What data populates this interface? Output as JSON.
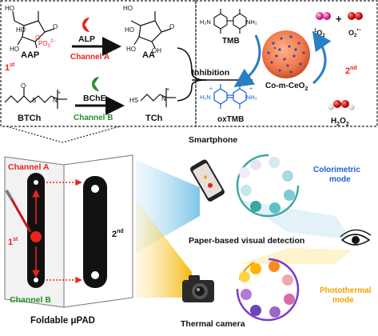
{
  "top_left": {
    "aap_label": "AAP",
    "po3_label": "PO",
    "po3_sub": "3",
    "po3_sup": "2−",
    "alp_label": "ALP",
    "channel_a": "Channel A",
    "aa_label": "AA",
    "first_label": "1",
    "first_sup": "st",
    "btch_label": "BTCh",
    "bche_label": "BChE",
    "channel_b": "Channel B",
    "tch_label": "TCh",
    "inhibition": "Inhibition"
  },
  "top_right": {
    "tmb_label": "TMB",
    "oxtmb_label": "oxTMB",
    "nanozyme_label": "Co-m-CeO",
    "nanozyme_sub": "2",
    "singlet_o2": "O",
    "singlet_o2_sub": "2",
    "singlet_prefix": "1",
    "superoxide": "O",
    "superoxide_sub": "2",
    "superoxide_sup": "•−",
    "plus": "+",
    "second_label": "2",
    "second_sup": "nd",
    "h2o2": "H",
    "h2o2_sub1": "2",
    "h2o2_mid": "O",
    "h2o2_sub2": "2"
  },
  "bottom": {
    "channel_a": "Channel A",
    "channel_b": "Channel B",
    "first_label": "1",
    "first_sup": "st",
    "second_label": "2",
    "second_sup": "nd",
    "foldable": "Foldable μPAD",
    "smartphone": "Smartphone",
    "thermal_camera": "Thermal camera",
    "colorimetric": "Colorimetric",
    "colorimetric2": "mode",
    "photothermal": "Photothermal",
    "photothermal2": "mode",
    "paper_detection": "Paper-based visual detection"
  },
  "colors": {
    "red": "#e8241c",
    "green": "#2a8f2a",
    "blue": "#1e5fd6",
    "orange": "#f0a300",
    "teal": "#3aa7a3"
  }
}
